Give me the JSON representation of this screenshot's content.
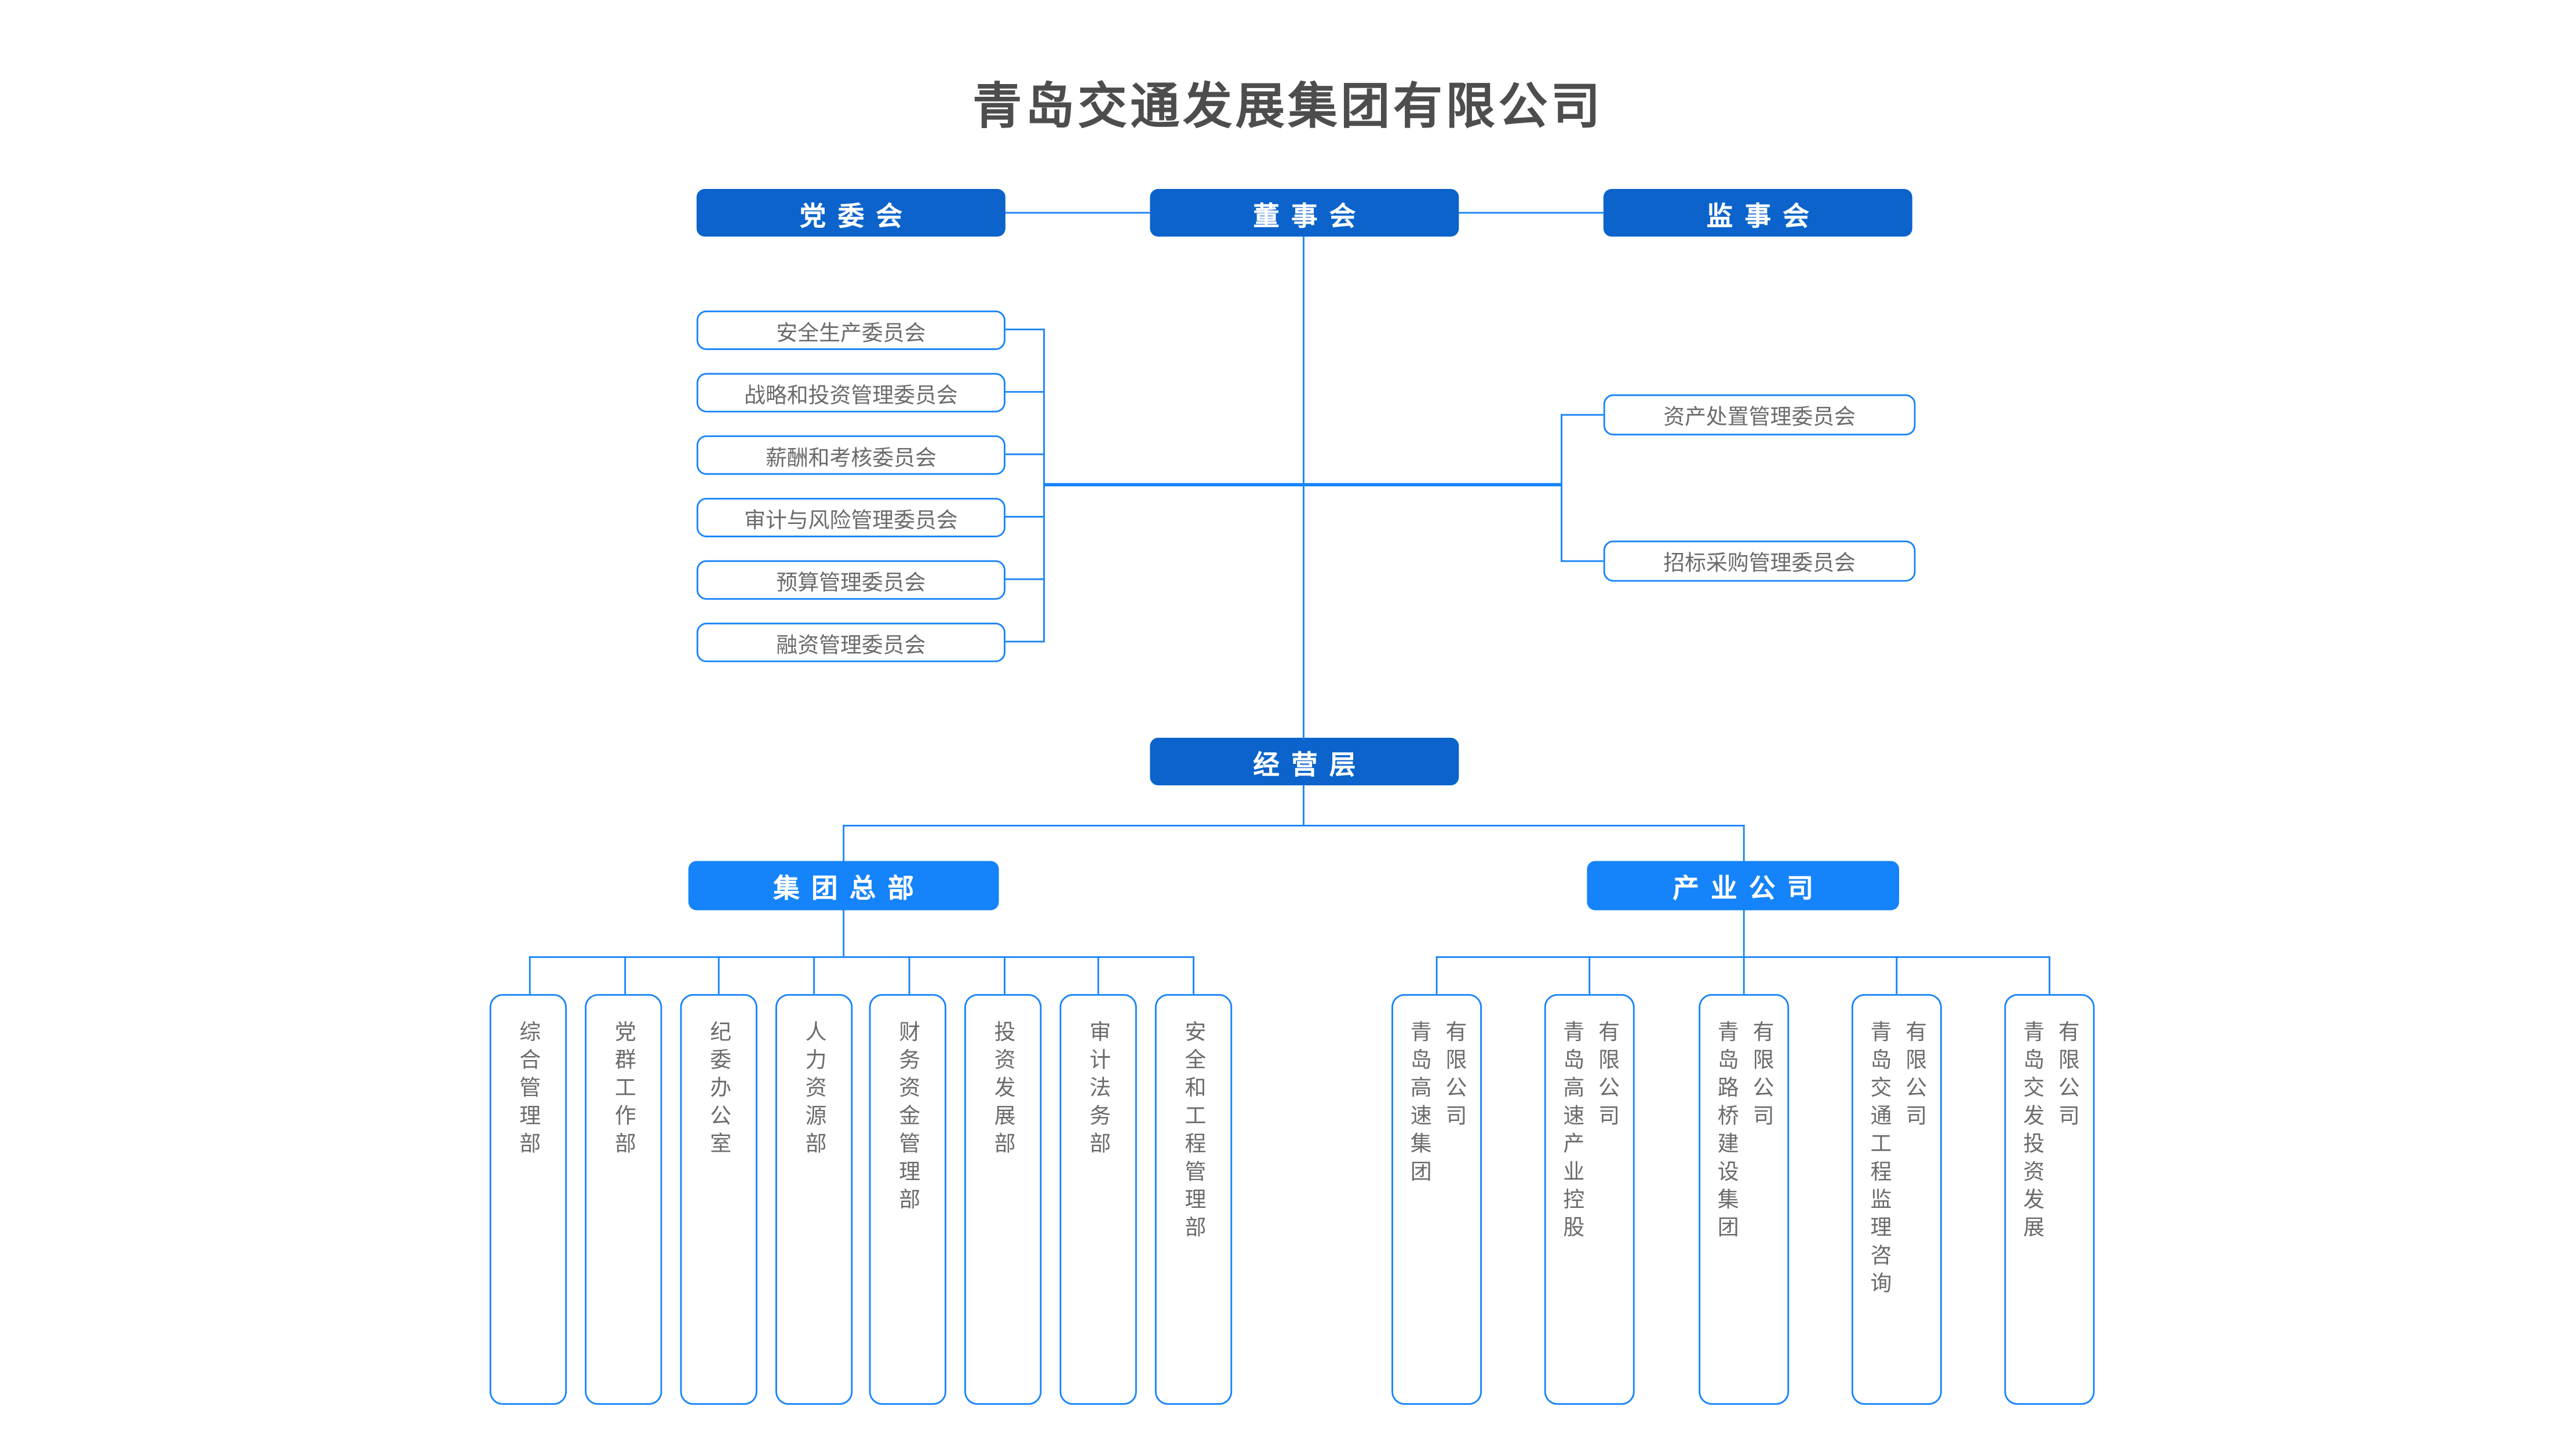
{
  "title": "青岛交通发展集团有限公司",
  "colors": {
    "dark_blue": "#0b63cb",
    "bright_blue": "#1583fa",
    "box_text_gray": "#6b6b6b",
    "title_gray": "#4d4d4d"
  },
  "top_row": {
    "party": "党委会",
    "board": "董事会",
    "supervisory": "监事会"
  },
  "left_committees": [
    "安全生产委员会",
    "战略和投资管理委员会",
    "薪酬和考核委员会",
    "审计与风险管理委员会",
    "预算管理委员会",
    "融资管理委员会"
  ],
  "right_committees": [
    "资产处置管理委员会",
    "招标采购管理委员会"
  ],
  "management": "经营层",
  "hq": {
    "label": "集团总部",
    "departments": [
      "综合管理部",
      "党群工作部",
      "纪委办公室",
      "人力资源部",
      "财务资金管理部",
      "投资发展部",
      "审计法务部",
      "安全和工程管理部"
    ]
  },
  "industry": {
    "label": "产业公司",
    "companies": [
      {
        "name": "青岛高速集团",
        "suffix": "有限公司"
      },
      {
        "name": "青岛高速产业控股",
        "suffix": "有限公司"
      },
      {
        "name": "青岛路桥建设集团",
        "suffix": "有限公司"
      },
      {
        "name": "青岛交通工程监理咨询",
        "suffix": "有限公司"
      },
      {
        "name": "青岛交发投资发展",
        "suffix": "有限公司"
      }
    ]
  }
}
